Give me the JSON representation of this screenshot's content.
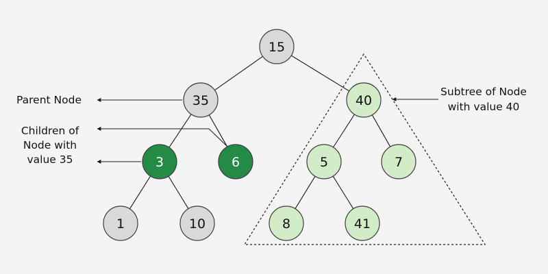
{
  "colors": {
    "background": "#f4f4f4",
    "node_gray": "#d9d9d9",
    "node_dark_green": "#238b45",
    "node_light_green": "#d3ecc8",
    "text_dark": "#111111",
    "text_light": "#ffffff"
  },
  "nodes": [
    {
      "id": "n15",
      "label": "15",
      "style": "gray"
    },
    {
      "id": "n35",
      "label": "35",
      "style": "gray"
    },
    {
      "id": "n40",
      "label": "40",
      "style": "light_green"
    },
    {
      "id": "n3",
      "label": "3",
      "style": "dark_green"
    },
    {
      "id": "n6",
      "label": "6",
      "style": "dark_green"
    },
    {
      "id": "n5",
      "label": "5",
      "style": "light_green"
    },
    {
      "id": "n7",
      "label": "7",
      "style": "light_green"
    },
    {
      "id": "n1",
      "label": "1",
      "style": "gray"
    },
    {
      "id": "n10",
      "label": "10",
      "style": "gray"
    },
    {
      "id": "n8",
      "label": "8",
      "style": "light_green"
    },
    {
      "id": "n41",
      "label": "41",
      "style": "light_green"
    }
  ],
  "edges": [
    [
      "n15",
      "n35"
    ],
    [
      "n15",
      "n40"
    ],
    [
      "n35",
      "n3"
    ],
    [
      "n35",
      "n6"
    ],
    [
      "n40",
      "n5"
    ],
    [
      "n40",
      "n7"
    ],
    [
      "n3",
      "n1"
    ],
    [
      "n3",
      "n10"
    ],
    [
      "n5",
      "n8"
    ],
    [
      "n5",
      "n41"
    ]
  ],
  "annotations": {
    "parent_node": "Parent Node",
    "children_line1": "Children of",
    "children_line2": "Node with",
    "children_line3": "value 35",
    "subtree_line1": "Subtree of Node",
    "subtree_line2": "with value 40"
  }
}
